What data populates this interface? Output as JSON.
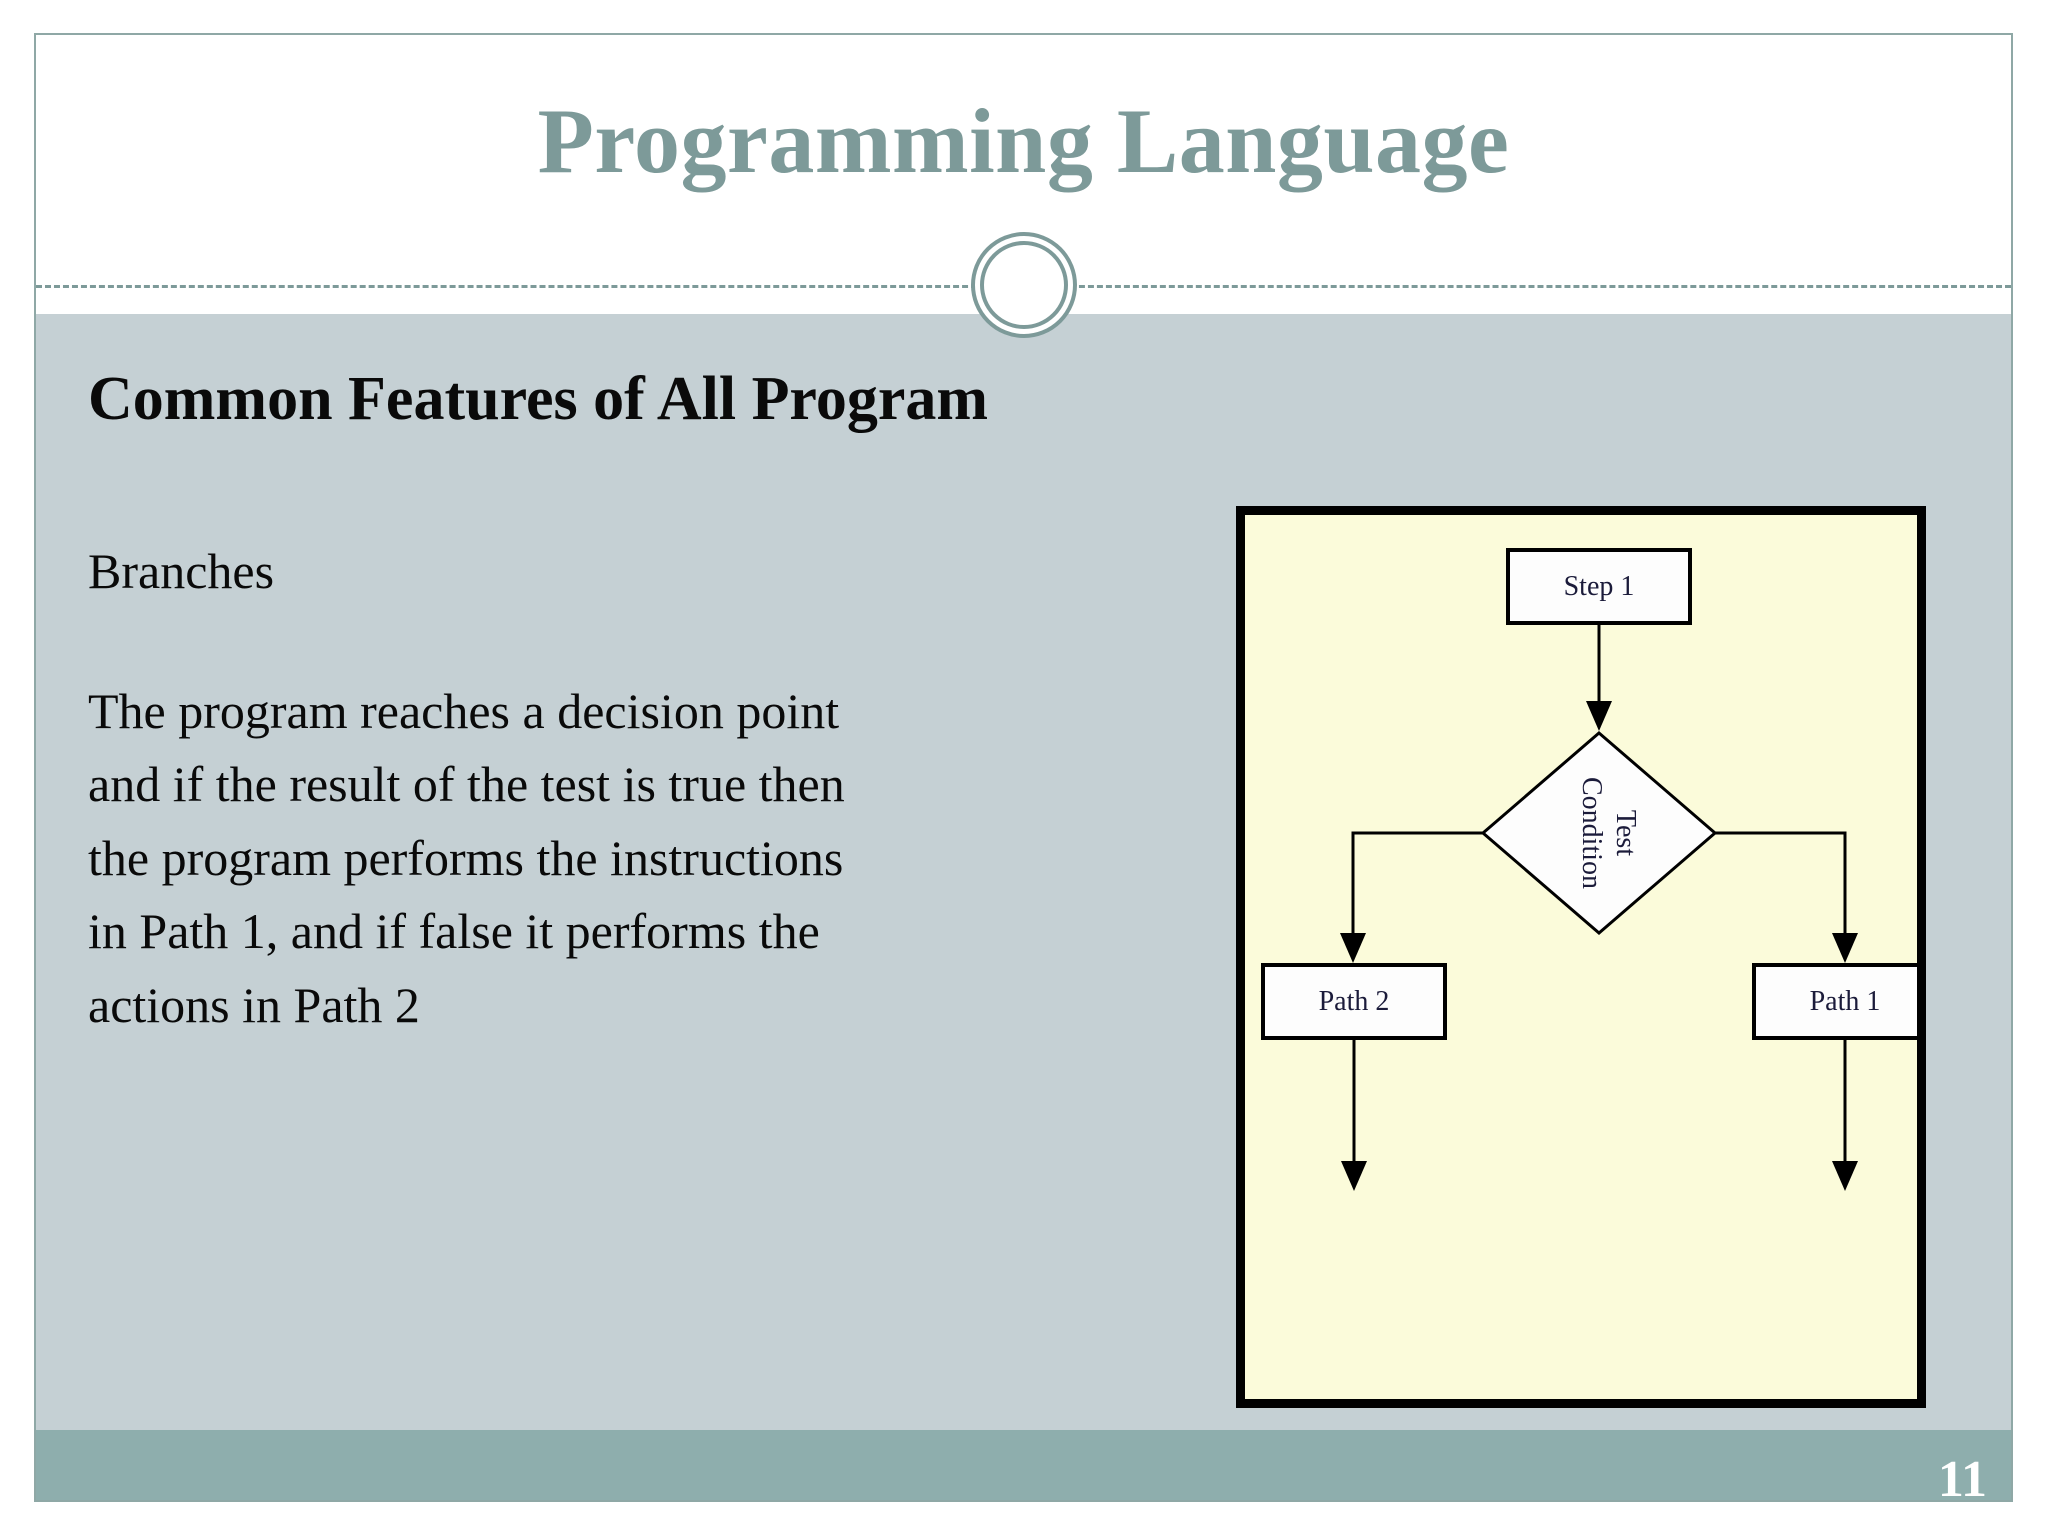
{
  "slide": {
    "title": "Programming Language",
    "page_number": "11",
    "heading": "Common Features of All Program",
    "paragraphs": [
      "Branches",
      "The program reaches a decision point and if the result of the test is true then the program performs the instructions in Path 1, and if false it performs the actions in Path 2"
    ]
  },
  "flowchart": {
    "nodes": {
      "step1": "Step 1",
      "decision_line1": "Test",
      "decision_line2": "Condition",
      "path_left": "Path 2",
      "path_right": "Path 1"
    }
  },
  "colors": {
    "title_teal": "#7D9A99",
    "body_background": "#C5D0D4",
    "footer_bar": "#8EAEAD",
    "slide_border": "#8FA8A6",
    "figure_fill": "#FBFBDA",
    "figure_border": "#000000",
    "text_black": "#0A0A0A",
    "page_number_color": "#FFFFFF"
  }
}
